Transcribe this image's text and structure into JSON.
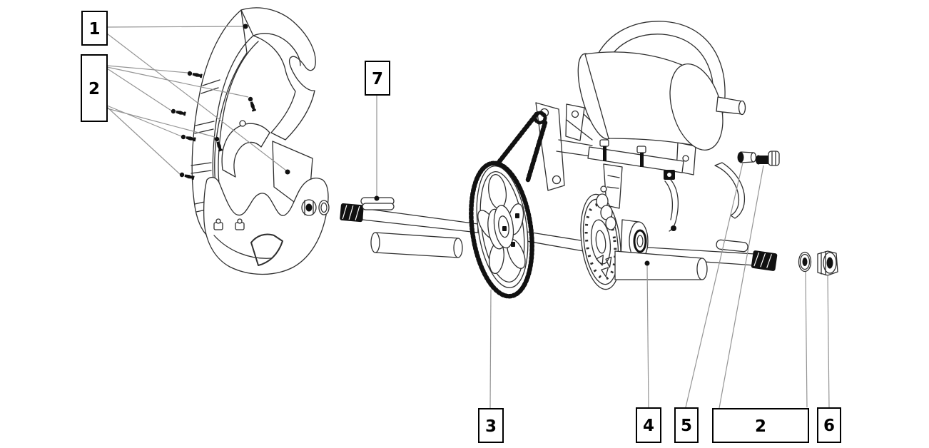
{
  "colors": {
    "line": "#2f2f2f",
    "ink": "#111111",
    "leader": "#949494",
    "paper": "#ffffff"
  },
  "diagram": {
    "type": "exploded-parts-diagram",
    "subject": "minibike rear axle, chain drive and guard assembly",
    "callouts": [
      {
        "label": "1",
        "points_to": "chain guard covers"
      },
      {
        "label": "2",
        "points_to": "guard mounting screws"
      },
      {
        "label": "7",
        "points_to": "axle key"
      },
      {
        "label": "3",
        "points_to": "drive chain and sprocket"
      },
      {
        "label": "4",
        "points_to": "axle spacer tube"
      },
      {
        "label": "5",
        "points_to": "spacer bushing"
      },
      {
        "label": "2",
        "points_to": "flange bolt and washer"
      },
      {
        "label": "6",
        "points_to": "axle flange nut"
      }
    ]
  }
}
